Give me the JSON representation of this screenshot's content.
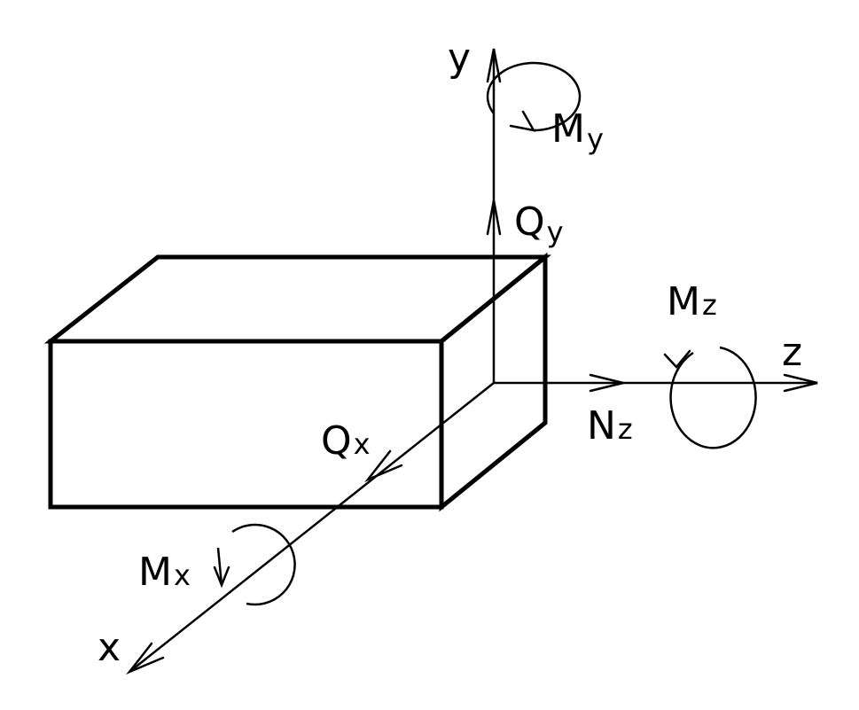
{
  "labels": {
    "y": "y",
    "z": "z",
    "x": "x",
    "My": {
      "base": "M",
      "sub": "y"
    },
    "Qy": {
      "base": "Q",
      "sub": "y"
    },
    "Mz": {
      "base": "M",
      "sub": "z"
    },
    "Nz": {
      "base": "N",
      "sub": "z"
    },
    "Qx": {
      "base": "Q",
      "sub": "x"
    },
    "Mx": {
      "base": "M",
      "sub": "x"
    }
  },
  "colors": {
    "stroke": "#000000",
    "background": "#ffffff"
  }
}
